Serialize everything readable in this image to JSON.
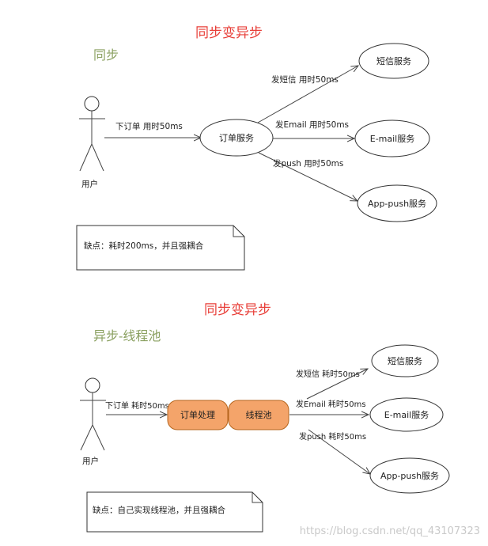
{
  "top": {
    "title": "同步变异步",
    "subtitle": "同步",
    "actor_label": "用户",
    "order_edge_label": "下订单 用时50ms",
    "order_node": "订单服务",
    "edges": {
      "sms": "发短信 用时50ms",
      "email": "发Email 用时50ms",
      "push": "发push 用时50ms"
    },
    "services": {
      "sms": "短信服务",
      "email": "E-mail服务",
      "push": "App-push服务"
    },
    "note": "缺点：耗时200ms，并且强耦合"
  },
  "bottom": {
    "title": "同步变异步",
    "subtitle": "异步-线程池",
    "actor_label": "用户",
    "order_edge_label": "下订单 耗时50ms",
    "process_node": "订单处理",
    "pool_node": "线程池",
    "edges": {
      "sms": "发短信 耗时50ms",
      "email": "发Email 耗时50ms",
      "push": "发push 耗时50ms"
    },
    "services": {
      "sms": "短信服务",
      "email": "E-mail服务",
      "push": "App-push服务"
    },
    "note": "缺点：自己实现线程池，并且强耦合"
  },
  "watermark": "https://blog.csdn.net/qq_43107323",
  "colors": {
    "title": "#e8403a",
    "subtitle": "#8aa060",
    "node_fill": "#f4a46a",
    "node_stroke": "#b5651d"
  }
}
